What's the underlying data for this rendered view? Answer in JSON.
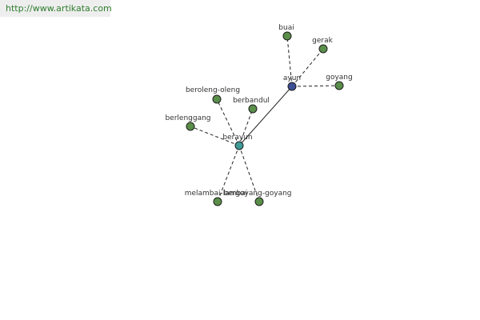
{
  "watermark": {
    "text": "http://www.artikata.com"
  },
  "graph": {
    "colors": {
      "leaf": "#5a8f4a",
      "hub": "#3f9a96",
      "root": "#3d4f96"
    },
    "nodes": {
      "ayun": "ayun",
      "berayun": "berayun",
      "buai": "buai",
      "gerak": "gerak",
      "goyang": "goyang",
      "beroleng_oleng": "beroleng-oleng",
      "berbandul": "berbandul",
      "berlenggang": "berlenggang",
      "melambai_lambai": "melambai-lambai",
      "bergoyang_goyang": "bergoyang-goyang"
    }
  }
}
